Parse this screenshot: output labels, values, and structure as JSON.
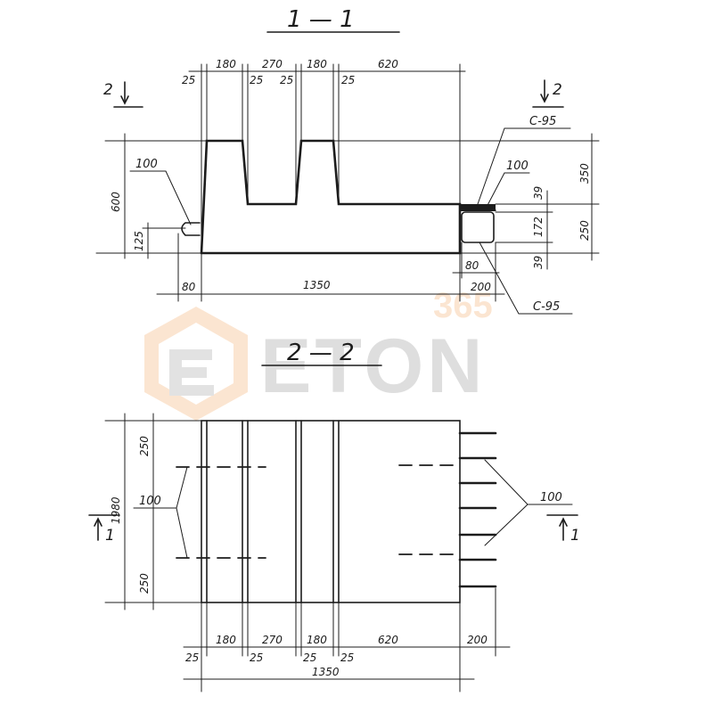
{
  "section_1": {
    "title": "1 — 1",
    "dims_top": [
      "25",
      "180",
      "25",
      "270",
      "25",
      "180",
      "25",
      "620"
    ],
    "dim_600": "600",
    "dim_125": "125",
    "dim_80": "80",
    "dim_1350": "1350",
    "dim_80_right": "80",
    "dim_200": "200",
    "dim_39_top": "39",
    "dim_172": "172",
    "dim_39_bottom": "39",
    "dim_350": "350",
    "dim_250": "250",
    "callout_100_left": "100",
    "callout_100_right": "100",
    "callout_c95_top": "С-95",
    "callout_c95_bottom": "С-95",
    "cut_mark_left": "2",
    "cut_mark_right": "2"
  },
  "watermark": {
    "number": "365",
    "word": "ETON"
  },
  "section_2": {
    "title": "2 — 2",
    "dim_1980": "1980",
    "dim_250_top": "250",
    "dim_250_bottom": "250",
    "callout_100_left": "100",
    "callout_100_right": "100",
    "cut_mark_left": "1",
    "cut_mark_right": "1",
    "dims_top": [
      "180",
      "270",
      "180",
      "620",
      "200"
    ],
    "dims_bottom": [
      "25",
      "25",
      "25",
      "25"
    ],
    "dim_1350": "1350"
  }
}
